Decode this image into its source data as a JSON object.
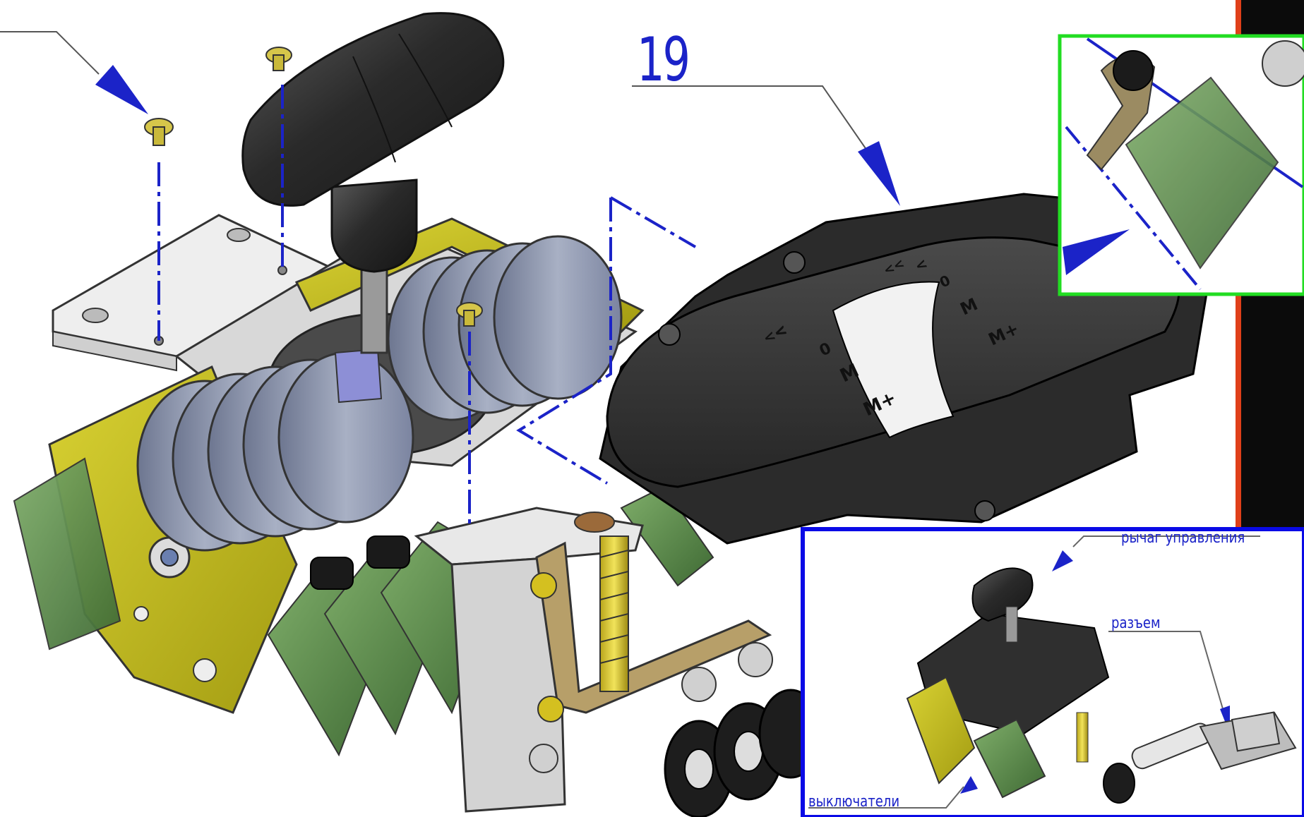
{
  "callout": {
    "number": "19"
  },
  "inset_detail": {
    "frame_color": "#22dd22"
  },
  "inset_overview": {
    "frame_color": "#0a0ae6",
    "labels": {
      "lever": "рычаг управления",
      "connector": "разъем",
      "switches": "выключатели"
    }
  },
  "scale_marks": [
    "<<",
    "<",
    "0",
    "M",
    "M+"
  ],
  "colors": {
    "leader": "#1b23c8",
    "handle": "#2a2a2a",
    "bracket": "#c9c21a",
    "switch_board": "#5f8f4f",
    "cam_disc": "#8c96ad",
    "plate": "#e6e6e6",
    "cover": "#333333",
    "right_edge": "#0b0b0b",
    "right_accent": "#e0401a"
  },
  "icons": [
    "screw-icon",
    "control-handle-icon",
    "spring-icon",
    "micro-switch-icon",
    "connector-icon"
  ]
}
